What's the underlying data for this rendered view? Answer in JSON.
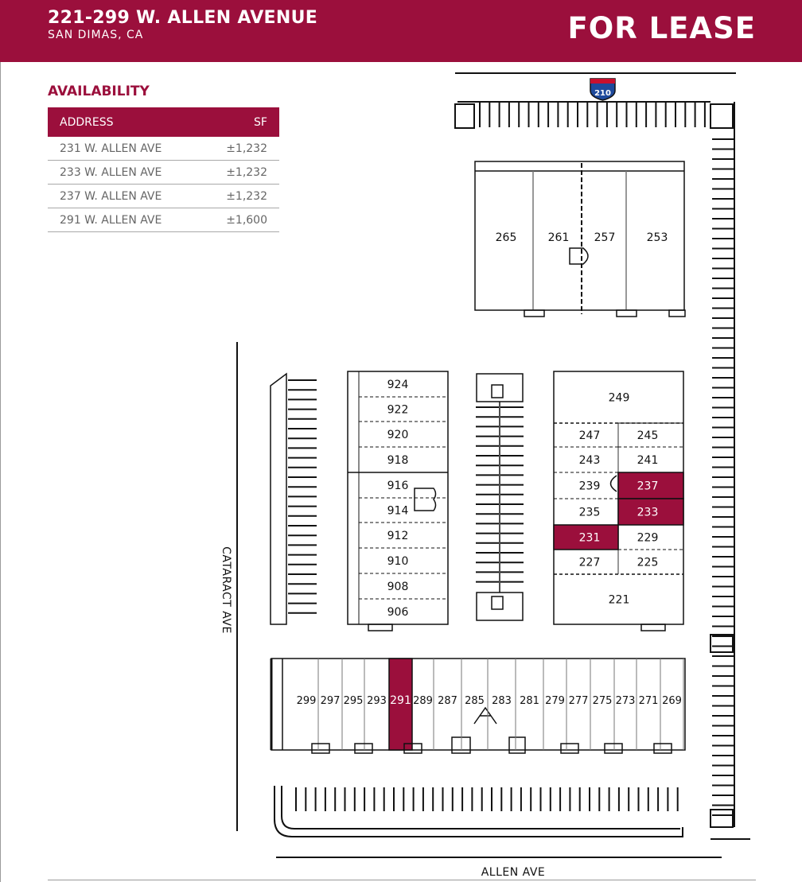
{
  "header": {
    "address": "221-299 W. ALLEN AVENUE",
    "city": "SAN DIMAS, CA",
    "status": "FOR LEASE"
  },
  "availability": {
    "title": "AVAILABILITY",
    "columns": [
      "ADDRESS",
      "SF"
    ],
    "rows": [
      {
        "address": "231 W. ALLEN AVE",
        "sf": "±1,232"
      },
      {
        "address": "233 W. ALLEN AVE",
        "sf": "±1,232"
      },
      {
        "address": "237 W. ALLEN AVE",
        "sf": "±1,232"
      },
      {
        "address": "291 W. ALLEN AVE",
        "sf": "±1,600"
      }
    ]
  },
  "map": {
    "highway_shield": "210",
    "roads": {
      "west": "CATARACT AVE",
      "south": "ALLEN AVE"
    },
    "highlight_color": "#9b0f3c",
    "available_units": [
      "231",
      "233",
      "237",
      "291"
    ],
    "building_a_units": [
      "299",
      "297",
      "295",
      "293",
      "291",
      "289",
      "287",
      "285",
      "283",
      "281",
      "279",
      "277",
      "275",
      "273",
      "271",
      "269"
    ],
    "building_b_units": [
      "924",
      "922",
      "920",
      "918",
      "916",
      "914",
      "912",
      "910",
      "908",
      "906"
    ],
    "building_c_units": [
      "249",
      "247",
      "245",
      "243",
      "241",
      "239",
      "237",
      "235",
      "233",
      "231",
      "229",
      "227",
      "225",
      "221"
    ],
    "building_d_units": [
      "265",
      "261",
      "257",
      "253"
    ]
  }
}
